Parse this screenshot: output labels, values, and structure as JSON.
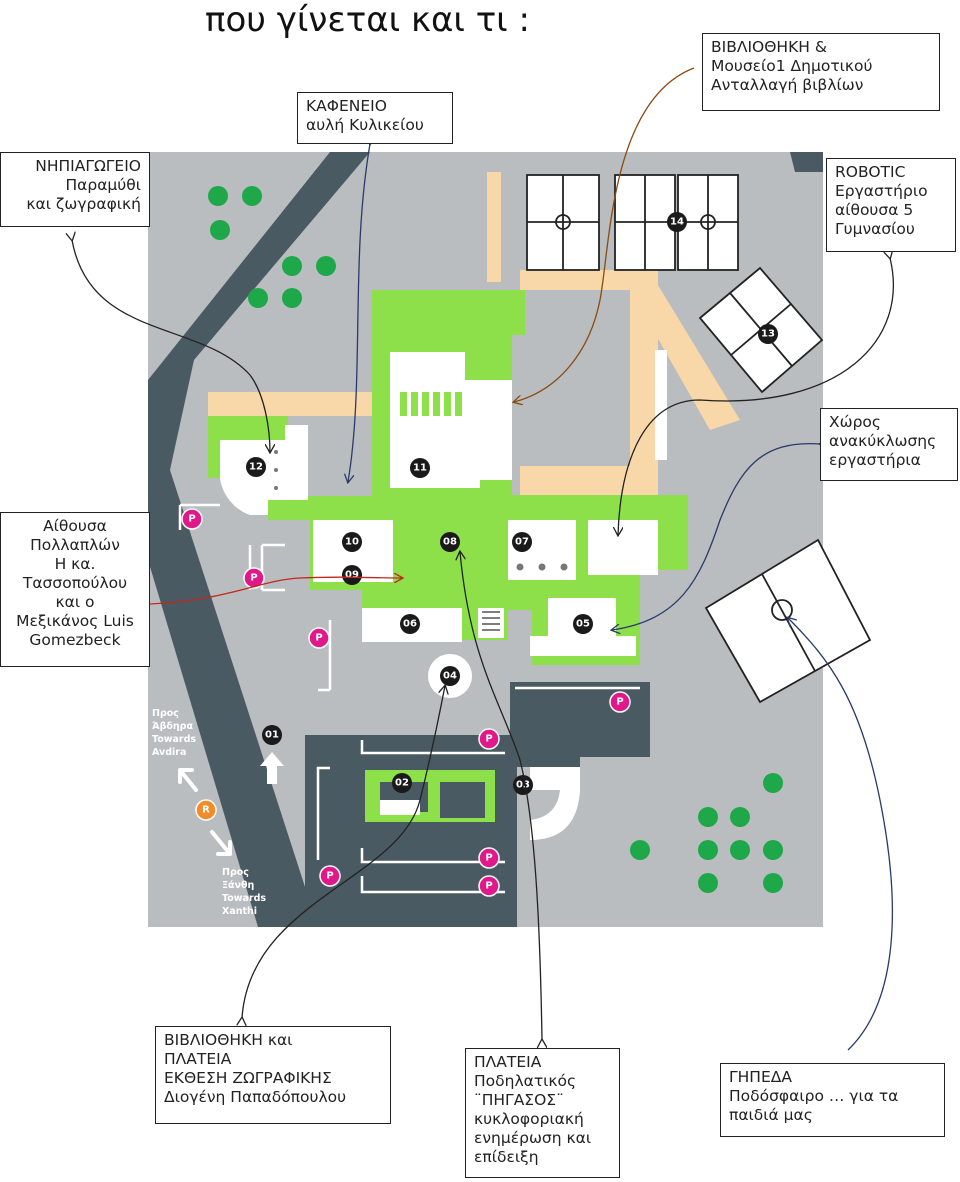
{
  "title": "που γίνεται και τι :",
  "labels": {
    "kafeneio": "ΚΑΦΕΝΕΙΟ\nαυλή Κυλικείου",
    "vivliothiki": "ΒΙΒΛΙΟΘΗΚΗ &\nΜουσείο1 Δημοτικού\nΑνταλλαγή βιβλίων",
    "nipiagogeio": "ΝΗΠΙΑΓΩΓΕΙΟ\nΠαραμύθι\nκαι ζωγραφική",
    "robotic": "ROBOTIC\nΕργαστήριο\nαίθουσα 5\nΓυμνασίου",
    "anakyklosi": "Χώρος\nανακύκλωσης\nεργαστήρια",
    "aithousa": "Αίθουσα\nΠολλαπλών\nΗ κα.\nΤασσοπούλου\nκαι ο\nΜεξικάνος Luis\nGomezbeck",
    "plateia_zografikis": "ΒΙΒΛΙΟΘΗΚΗ και\nΠΛΑΤΕΙΑ\nΕΚΘΕΣΗ ΖΩΓΡΑΦΙΚΗΣ\nΔιογένη Παπαδόπουλου",
    "plateia_podilatikos": "ΠΛΑΤΕΙΑ\nΠοδηλατικός\n¨ΠΗΓΑΣΟΣ¨\nκυκλοφοριακή\nενημέρωση και\nεπίδειξη",
    "gipeda": "ΓΗΠΕΔΑ\nΠοδόσφαιρο … για τα\nπαιδιά μας"
  },
  "map": {
    "building_numbers": [
      "01",
      "02",
      "03",
      "04",
      "05",
      "06",
      "07",
      "08",
      "09",
      "10",
      "11",
      "12",
      "13",
      "14"
    ],
    "parking_label": "P",
    "road_label": "R",
    "direction_adira": [
      "Προς",
      "Άβδηρα",
      "Towards",
      "Avdira"
    ],
    "direction_xanthi": [
      "Προς",
      "Ξάνθη",
      "Towards",
      "Xanthi"
    ]
  },
  "colors": {
    "green_area": "#8ee04b",
    "road": "#4a5a62",
    "sand": "#f8d8a8",
    "building": "#ffffff",
    "marker": "#1a1a1a",
    "parking": "#e0198a",
    "road_marker": "#f28c28",
    "trees": "#1fa84a",
    "map_bg": "#b9bdc0"
  }
}
